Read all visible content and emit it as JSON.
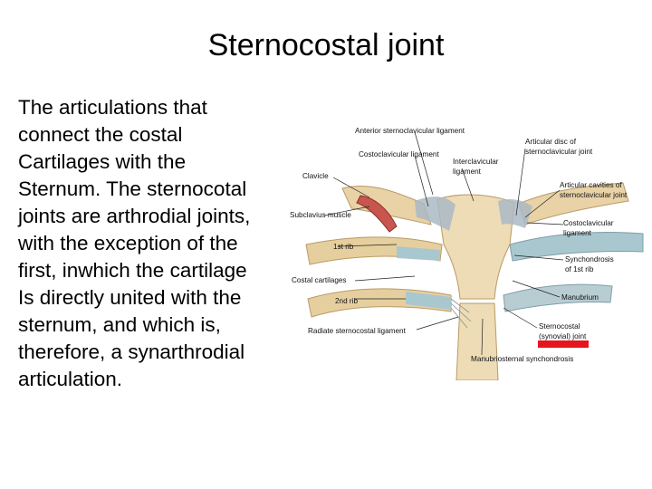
{
  "title": "Sternocostal joint",
  "body_lines": [
    "The articulations that",
    "connect the costal",
    "Cartilages with the",
    "Sternum. The sternocotal",
    "joints are arthrodial joints,",
    "with the exception of the",
    "first, inwhich the cartilage",
    "Is directly united with the",
    "sternum, and which is,",
    "therefore, a synarthrodial",
    "articulation."
  ],
  "figure": {
    "labels": {
      "anterior_sc_ligament": "Anterior sternoclavicular ligament",
      "costoclavicular_ligament_top": "Costoclavicular ligament",
      "interclavicular_1": "Interclavicular",
      "interclavicular_2": "ligament",
      "articular_disc_1": "Articular disc of",
      "articular_disc_2": "sternoclavicular joint",
      "clavicle": "Clavicle",
      "articular_cavities_1": "Articular cavities of",
      "articular_cavities_2": "sternoclavicular joint",
      "subclavius_muscle": "Subclavius muscle",
      "costoclavicular_r_1": "Costoclavicular",
      "costoclavicular_r_2": "ligament",
      "first_rib": "1st rib",
      "synchondrosis_1": "Synchondrosis",
      "synchondrosis_2": "of 1st rib",
      "costal_cartilages": "Costal cartilages",
      "manubrium": "Manubrium",
      "second_rib": "2nd rib",
      "sternocostal_1": "Sternocostal",
      "sternocostal_2": "(synovial) joint",
      "radiate_ligament": "Radiate sternocostal ligament",
      "manubriosternal": "Manubriosternal synchondrosis"
    },
    "highlight_color": "#e8141c"
  }
}
